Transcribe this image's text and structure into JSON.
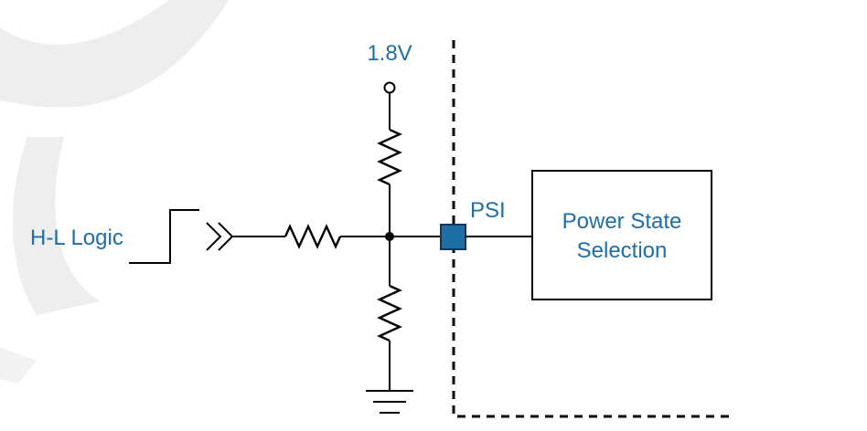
{
  "diagram": {
    "supply_label": "1.8V",
    "input_label": "H-L Logic",
    "pin_label": "PSI",
    "block_label_line1": "Power State",
    "block_label_line2": "Selection"
  },
  "colors": {
    "label": "#1f6ea6",
    "pin_fill": "#1f6ea6",
    "pin_stroke": "#0d3a5c",
    "watermark": "#eeeeee",
    "wire": "#000000"
  },
  "icons": [
    "supply-terminal-icon",
    "resistor-icon",
    "ground-icon",
    "buffer-chevron-icon",
    "edge-signal-icon"
  ]
}
